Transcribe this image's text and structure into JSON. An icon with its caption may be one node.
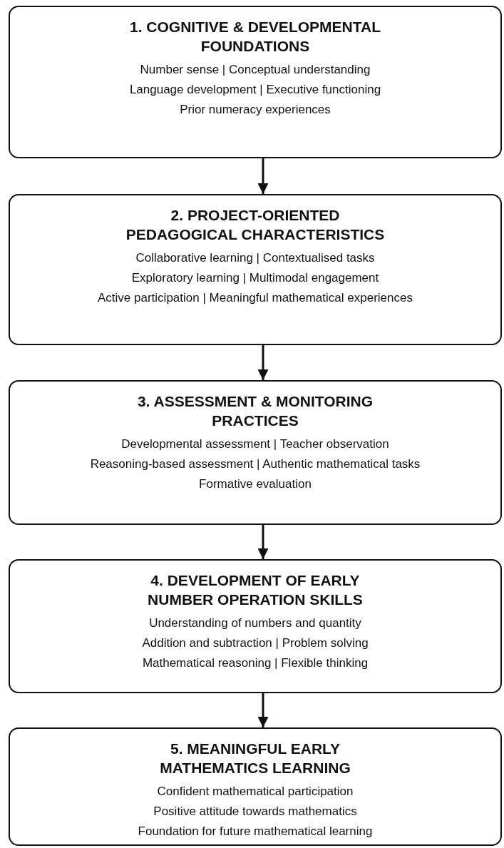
{
  "diagram": {
    "nodes": [
      {
        "text": [
          "1. COGNITIVE & DEVELOPMENTAL FOUNDATIONS",
          "Number sense | Conceptual understanding",
          "Language development | Executive functioning",
          "Prior numeracy experiences"
        ]
      },
      {
        "text": [
          "2. PROJECT-ORIENTED PEDAGOGICAL CHARACTERISTICS",
          "Collaborative learning | Contextualised tasks",
          "Exploratory learning | Multimodal engagement",
          "Active participation | Meaningful mathematical experiences"
        ]
      },
      {
        "text": [
          "3. ASSESSMENT & MONITORING PRACTICES",
          "Developmental assessment | Teacher observation",
          "Reasoning-based assessment | Authentic mathematical tasks",
          "Formative evaluation"
        ]
      },
      {
        "text": [
          "4. DEVELOPMENT OF EARLY NUMBER OPERATION SKILLS",
          "Understanding of numbers and quantity",
          "Addition and subtraction | Problem solving",
          "Mathematical reasoning | Flexible thinking"
        ]
      },
      {
        "text": [
          "5. MEANINGFUL EARLY MATHEMATICS LEARNING",
          "Confident mathematical participation",
          "Positive attitude towards mathematics",
          "Foundation for future mathematical learning"
        ]
      }
    ],
    "edges": [
      {
        "from": 0,
        "to": 1,
        "arrow": "to"
      },
      {
        "from": 1,
        "to": 2,
        "arrow": "to"
      },
      {
        "from": 2,
        "to": 3,
        "arrow": "to"
      },
      {
        "from": 3,
        "to": 4,
        "arrow": "to"
      }
    ]
  }
}
